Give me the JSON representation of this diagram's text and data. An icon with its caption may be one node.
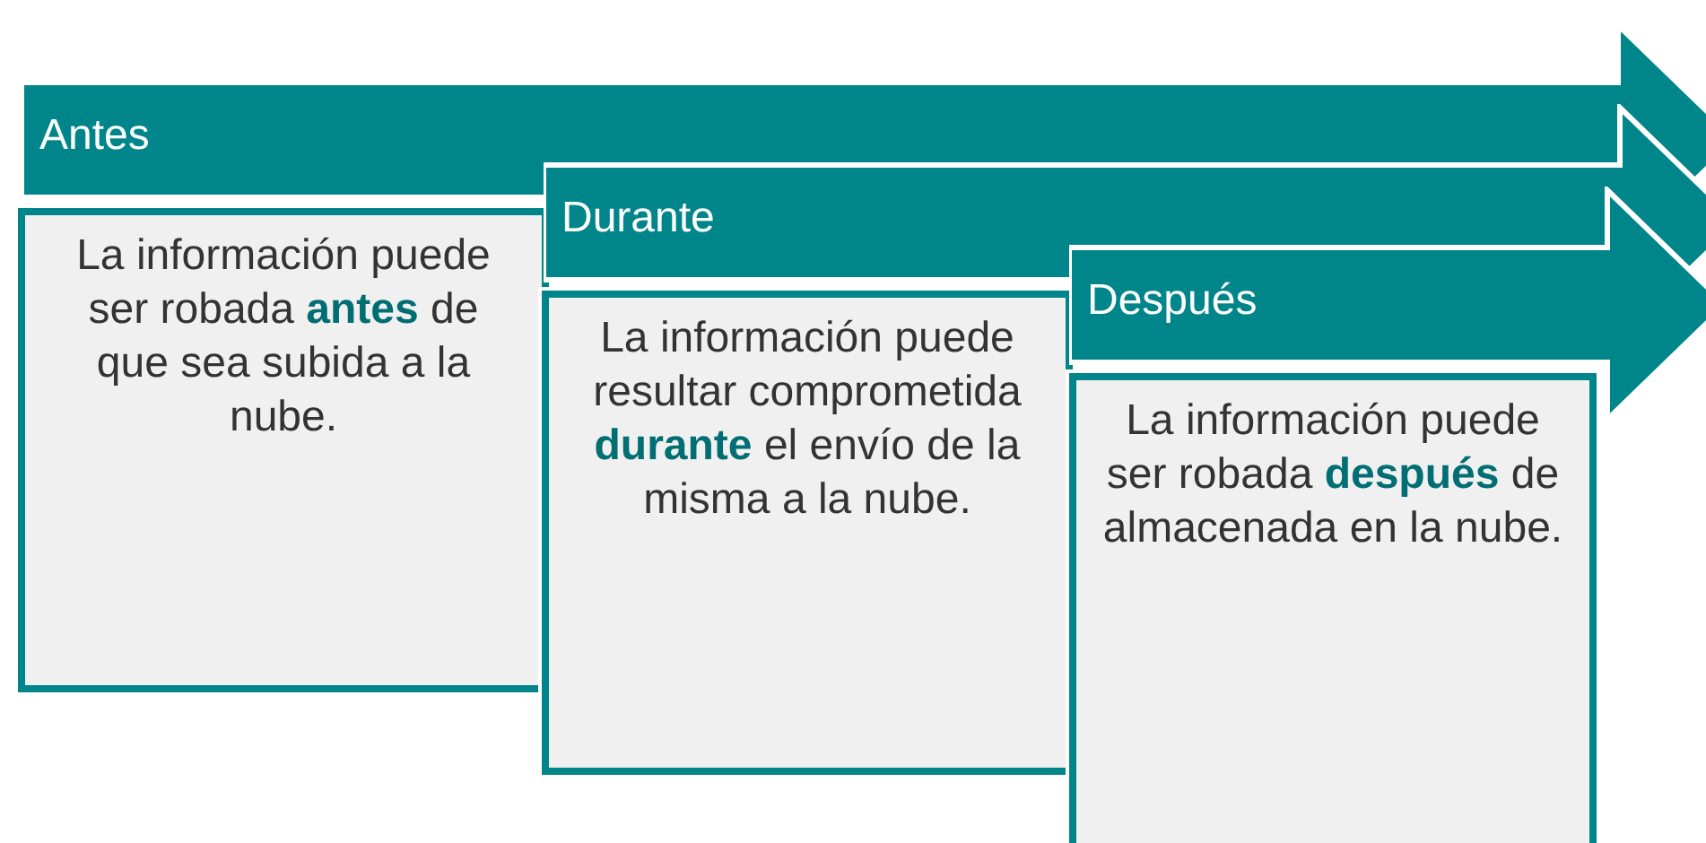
{
  "diagram": {
    "nodes": [
      {
        "text": [
          "Antes"
        ]
      },
      {
        "text": [
          "La información puede ser robada **antes** de que sea subida a la nube."
        ]
      },
      {
        "text": [
          "Durante"
        ]
      },
      {
        "text": [
          "La información puede resultar comprometida **durante** el envío de la misma a la nube."
        ]
      },
      {
        "text": [
          "Después"
        ]
      },
      {
        "text": [
          "La información puede ser robada **después** de almacenada en la nube."
        ]
      }
    ],
    "edges": []
  }
}
